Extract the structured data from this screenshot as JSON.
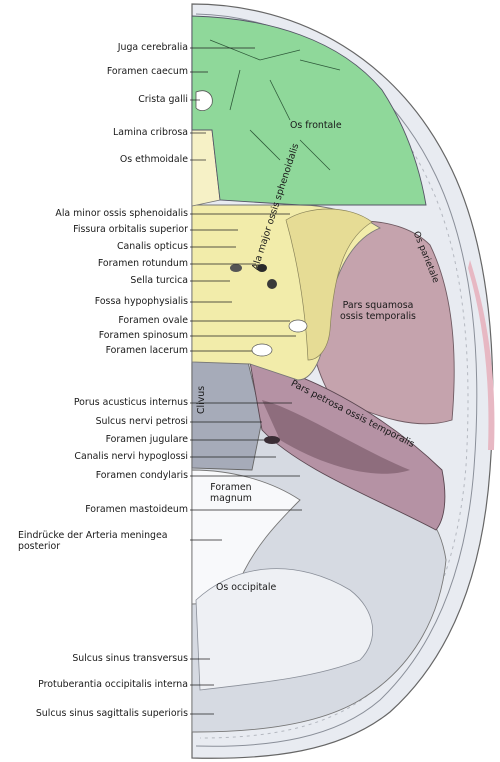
{
  "left_labels": [
    {
      "id": "juga",
      "text": "Juga cerebralia"
    },
    {
      "id": "caecum",
      "text": "Foramen caecum"
    },
    {
      "id": "crista",
      "text": "Crista galli"
    },
    {
      "id": "cribrosa",
      "text": "Lamina cribrosa"
    },
    {
      "id": "ethmoidale",
      "text": "Os ethmoidale"
    },
    {
      "id": "ala_minor",
      "text": "Ala minor ossis sphenoidalis"
    },
    {
      "id": "fissura",
      "text": "Fissura orbitalis superior"
    },
    {
      "id": "canalis_opticus",
      "text": "Canalis opticus"
    },
    {
      "id": "rotundum",
      "text": "Foramen rotundum"
    },
    {
      "id": "sella",
      "text": "Sella turcica"
    },
    {
      "id": "fossa",
      "text": "Fossa hypophysialis"
    },
    {
      "id": "ovale",
      "text": "Foramen ovale"
    },
    {
      "id": "spinosum",
      "text": "Foramen spinosum"
    },
    {
      "id": "lacerum",
      "text": "Foramen lacerum"
    },
    {
      "id": "porus",
      "text": "Porus acusticus internus"
    },
    {
      "id": "sulcus_petrosi",
      "text": "Sulcus nervi petrosi"
    },
    {
      "id": "jugulare",
      "text": "Foramen jugulare"
    },
    {
      "id": "hypoglossi",
      "text": "Canalis nervi hypoglossi"
    },
    {
      "id": "condylaris",
      "text": "Foramen condylaris"
    },
    {
      "id": "mastoideum",
      "text": "Foramen mastoideum"
    },
    {
      "id": "eindruecke",
      "text": "Eindrücke der Arteria meningea posterior"
    },
    {
      "id": "transversus",
      "text": "Sulcus sinus transversus"
    },
    {
      "id": "protuberantia",
      "text": "Protuberantia occipitalis interna"
    },
    {
      "id": "sagittalis",
      "text": "Sulcus sinus sagittalis superioris"
    }
  ],
  "region_labels": {
    "os_frontale": "Os frontale",
    "ala_major": "Ala major ossis sphenoidalis",
    "os_parietale": "Os parietale",
    "pars_squamosa_1": "Pars squamosa",
    "pars_squamosa_2": "ossis temporalis",
    "pars_petrosa": "Pars petrosa ossis temporalis",
    "clivus": "Clivus",
    "foramen_magnum_1": "Foramen",
    "foramen_magnum_2": "magnum",
    "os_occipitale": "Os occipitale"
  },
  "colors": {
    "frontal": "#8fd89a",
    "sphenoid": "#f2ecaa",
    "temporal_squama": "#c5a3ad",
    "temporal_petrous": "#b592a4",
    "occipital": "#d6dae2",
    "clivus": "#a6abb9",
    "skull_wall": "#e8ebf1",
    "ethmoid": "#f6f1c6"
  }
}
